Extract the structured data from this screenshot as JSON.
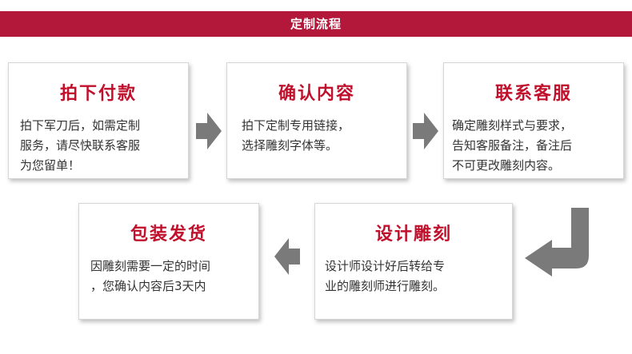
{
  "header": {
    "title": "定制流程"
  },
  "steps": [
    {
      "title": "拍下付款",
      "lines": [
        "拍下军刀后，如需定制",
        "服务，请尽快联系客服",
        "为您留单！"
      ]
    },
    {
      "title": "确认内容",
      "lines": [
        "拍下定制专用链接，",
        "选择雕刻字体等。"
      ]
    },
    {
      "title": "联系客服",
      "lines": [
        "确定雕刻样式与要求，",
        "告知客服备注，备注后",
        "不可更改雕刻内容。"
      ]
    },
    {
      "title": "包装发货",
      "lines": [
        "因雕刻需要一定的时间",
        "，您确认内容后3天内"
      ]
    },
    {
      "title": "设计雕刻",
      "lines": [
        "设计师设计好后转给专",
        "业的雕刻师进行雕刻。"
      ]
    }
  ],
  "colors": {
    "banner": "#b3183a",
    "title": "#c0102c",
    "arrow": "#7a7a7a"
  }
}
